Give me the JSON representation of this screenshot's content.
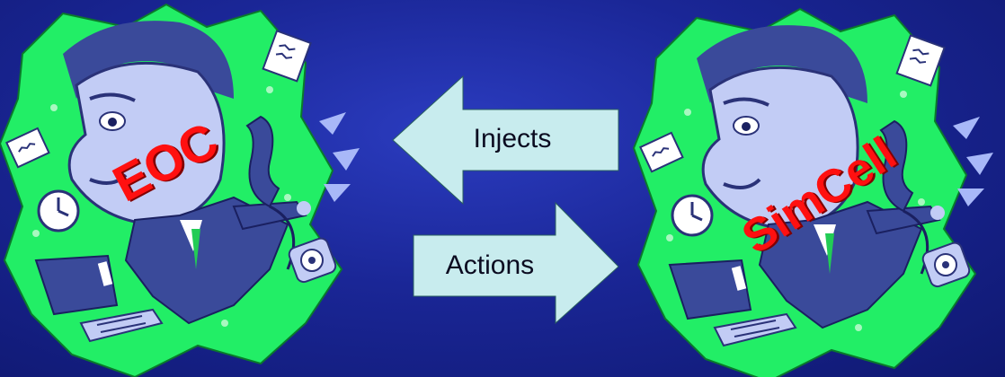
{
  "left_party": {
    "label": "EOC"
  },
  "right_party": {
    "label": "SimCell"
  },
  "arrows": {
    "top": {
      "label": "Injects",
      "direction": "left"
    },
    "bottom": {
      "label": "Actions",
      "direction": "right"
    }
  },
  "colors": {
    "background": "#1a2696",
    "arrow_fill": "#c8ecee",
    "clipart_green": "#22ee66",
    "stamp_text": "#ff1010"
  }
}
